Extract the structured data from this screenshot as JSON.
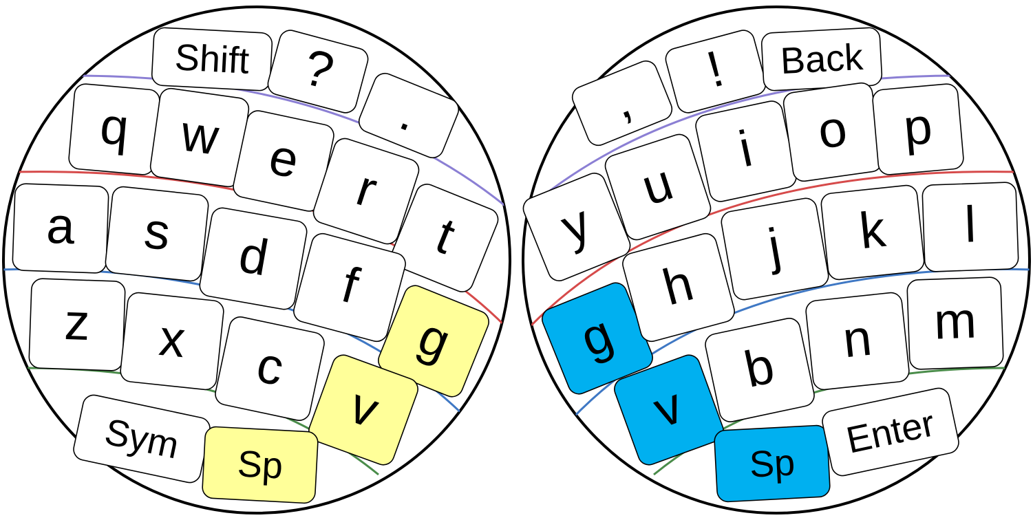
{
  "colors": {
    "left_highlight": "#ffff99",
    "right_highlight": "#00b0f0",
    "key_default": "#ffffff",
    "row_line_top": "#8b7fd4",
    "row_line_middle": "#d64a4a",
    "row_line_lower": "#3f78c4",
    "row_line_bottom": "#4a8c4a"
  },
  "left_half": {
    "keys": [
      {
        "label": "Shift"
      },
      {
        "label": "?"
      },
      {
        "label": "."
      },
      {
        "label": "q"
      },
      {
        "label": "w"
      },
      {
        "label": "e"
      },
      {
        "label": "r"
      },
      {
        "label": "t"
      },
      {
        "label": "a"
      },
      {
        "label": "s"
      },
      {
        "label": "d"
      },
      {
        "label": "f"
      },
      {
        "label": "g",
        "highlight": true
      },
      {
        "label": "z"
      },
      {
        "label": "x"
      },
      {
        "label": "c"
      },
      {
        "label": "v",
        "highlight": true
      },
      {
        "label": "Sym"
      },
      {
        "label": "Sp",
        "highlight": true
      }
    ]
  },
  "right_half": {
    "keys": [
      {
        "label": ","
      },
      {
        "label": "!"
      },
      {
        "label": "Back"
      },
      {
        "label": "y"
      },
      {
        "label": "u"
      },
      {
        "label": "i"
      },
      {
        "label": "o"
      },
      {
        "label": "p"
      },
      {
        "label": "g",
        "highlight": true
      },
      {
        "label": "h"
      },
      {
        "label": "j"
      },
      {
        "label": "k"
      },
      {
        "label": "l"
      },
      {
        "label": "v",
        "highlight": true
      },
      {
        "label": "b"
      },
      {
        "label": "n"
      },
      {
        "label": "m"
      },
      {
        "label": "Sp",
        "highlight": true
      },
      {
        "label": "Enter"
      }
    ]
  }
}
